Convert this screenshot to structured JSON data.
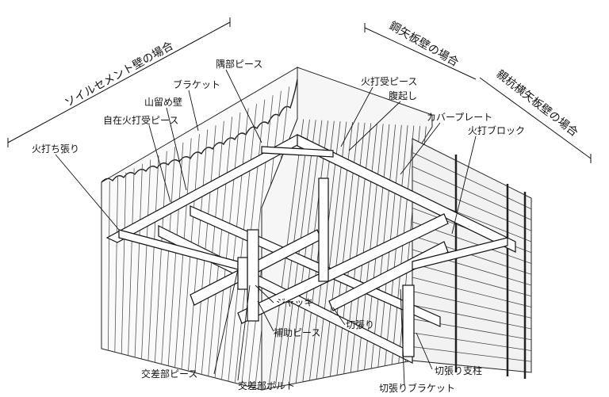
{
  "diagram": {
    "sections": {
      "soil_cement": "ソイルセメント壁の場合",
      "steel_sheet": "鋼矢板壁の場合",
      "soldier_pile": "親杭横矢板壁の場合"
    },
    "labels": {
      "corner_piece": "隅部ピース",
      "bracket": "ブラケット",
      "retaining_wall": "山留め壁",
      "free_brace_receiver": "自在火打受ピース",
      "brace_receiver_piece": "火打受ピース",
      "wale": "腹起し",
      "cover_plate": "カバープレート",
      "corner_brace": "火打ち張り",
      "brace_block": "火打ブロック",
      "jack": "ジャッキ",
      "strut": "切張り",
      "auxiliary_piece": "補助ピース",
      "cross_piece": "交差部ピース",
      "cross_bolt": "交差部ボルト",
      "strut_bracket": "切張りブラケット",
      "strut_post": "切張り支柱"
    }
  }
}
